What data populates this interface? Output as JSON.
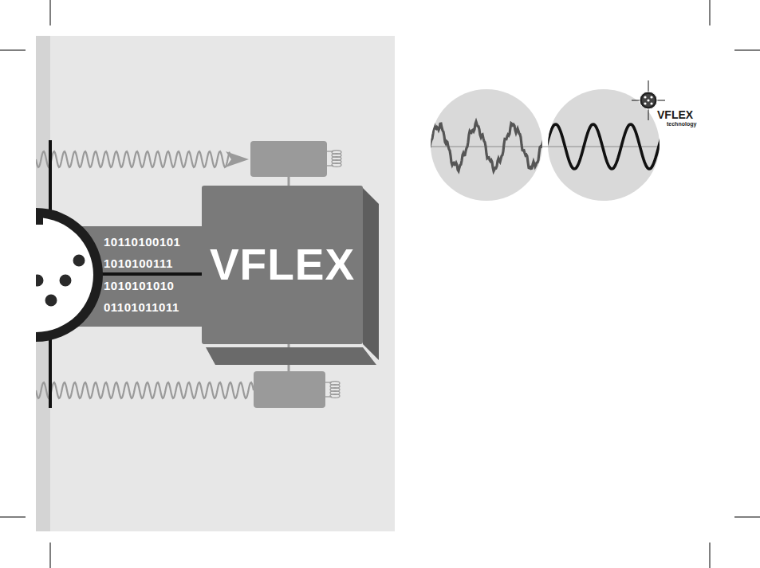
{
  "diagram": {
    "nodes": [
      {
        "text": [
          "VFLEX"
        ]
      }
    ],
    "labels": [
      "10110100101",
      "1010100111",
      "1010101010",
      "01101011011",
      "VFLEX",
      "technology"
    ]
  }
}
